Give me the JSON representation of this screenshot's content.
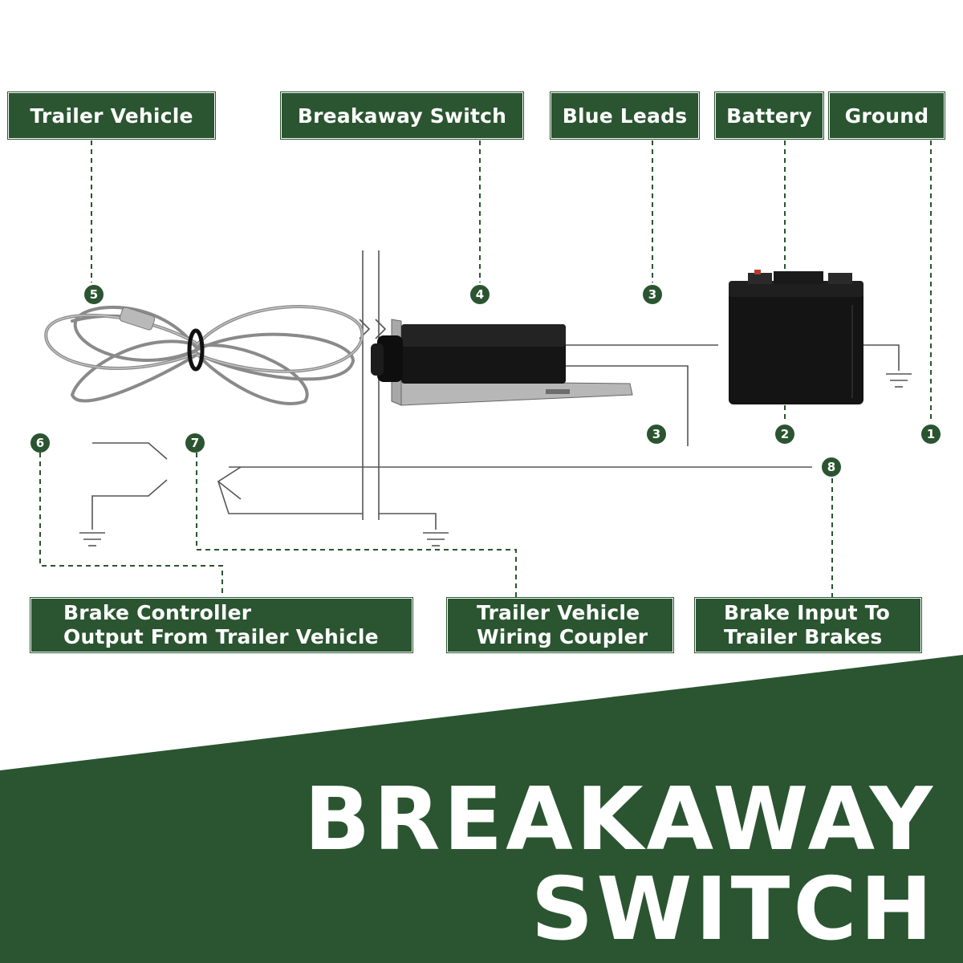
{
  "labels": {
    "trailer_vehicle": "Trailer Vehicle",
    "breakaway_switch": "Breakaway Switch",
    "blue_leads": "Blue Leads",
    "battery": "Battery",
    "ground": "Ground",
    "brake_controller": [
      "Brake Controller",
      "Output From Trailer Vehicle"
    ],
    "wiring_coupler": [
      "Trailer Vehicle",
      "Wiring Coupler"
    ],
    "brake_input": [
      "Brake Input To",
      "Trailer Brakes"
    ]
  },
  "markers": {
    "m1": "1",
    "m2": "2",
    "m3a": "3",
    "m3b": "3",
    "m4": "4",
    "m5": "5",
    "m6": "6",
    "m7": "7",
    "m8": "8"
  },
  "title": {
    "line1": "BREAKAWAY",
    "line2": "SWITCH"
  },
  "colors": {
    "green": "#2a5530",
    "line": "#444444",
    "white": "#ffffff"
  }
}
